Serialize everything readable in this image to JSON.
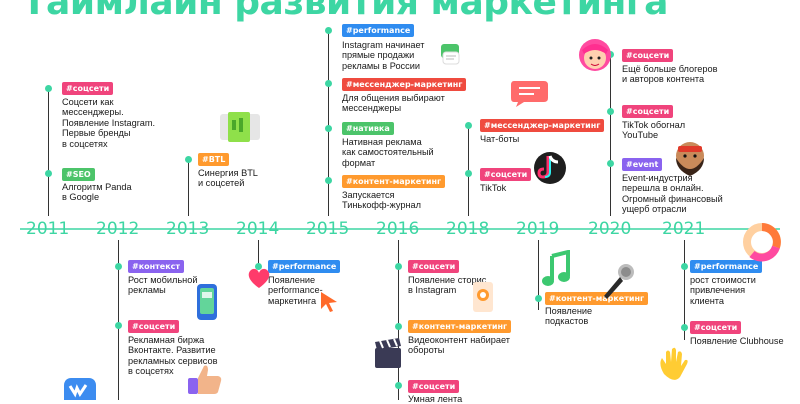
{
  "title": "Таймлайн развития маркетинга",
  "years": [
    "2011",
    "2012",
    "2013",
    "2014",
    "2015",
    "2016",
    "2018",
    "2019",
    "2020",
    "2021"
  ],
  "colors": {
    "accent": "#3dd6a3",
    "socseti": "#f0447c",
    "performance": "#2f8cf0",
    "messenger": "#ef4b3f",
    "nativka": "#4cc46a",
    "content": "#ff9a2e",
    "btl": "#ff9a2e",
    "seo": "#4cc46a",
    "context": "#8a63ef",
    "event": "#8a63ef"
  },
  "entries": {
    "y2011_a": {
      "tag": "#соцсети",
      "text": "Соцсети как\nмессенджеры.\nПоявление Instagram.\nПервые бренды\nв соцсетях"
    },
    "y2011_b": {
      "tag": "#SEO",
      "text": "Алгоритм Panda\nв Google"
    },
    "y2012_a": {
      "tag": "#контекст",
      "text": "Рост мобильной\nрекламы"
    },
    "y2012_b": {
      "tag": "#соцсети",
      "text": "Рекламная биржа\nВконтакте. Развитие\nрекламных сервисов\nв соцсетях"
    },
    "y2013_a": {
      "tag": "#BTL",
      "text": "Синергия BTL\nи соцсетей"
    },
    "y2014_a": {
      "tag": "#performance",
      "text": "Появление\nperformance-\nмаркетинга"
    },
    "y2015_a": {
      "tag": "#performance",
      "text": "Instagram начинает\nпрямые продажи\nрекламы в России"
    },
    "y2015_b": {
      "tag": "#мессенджер-маркетинг",
      "text": "Для общения выбирают\nмессенджеры"
    },
    "y2015_c": {
      "tag": "#нативка",
      "text": "Нативная реклама\nкак самостоятельный\nформат"
    },
    "y2015_d": {
      "tag": "#контент-маркетинг",
      "text": "Запускается\nТинькофф-журнал"
    },
    "y2016_a": {
      "tag": "#соцсети",
      "text": "Появление сторис\nв Instagram"
    },
    "y2016_b": {
      "tag": "#контент-маркетинг",
      "text": "Видеоконтент набирает\nобороты"
    },
    "y2016_c": {
      "tag": "#соцсети",
      "text": "Умная лента"
    },
    "y2018_a": {
      "tag": "#мессенджер-маркетинг",
      "text": "Чат-боты"
    },
    "y2018_b": {
      "tag": "#соцсети",
      "text": "TikTok"
    },
    "y2019_a": {
      "tag": "#контент-маркетинг",
      "text": "Появление\nподкастов"
    },
    "y2020_a": {
      "tag": "#соцсети",
      "text": "Ещё больше блогеров\nи авторов контента"
    },
    "y2020_b": {
      "tag": "#соцсети",
      "text": "TikTok обогнал\nYouTube"
    },
    "y2020_c": {
      "tag": "#event",
      "text": "Event-индустрия\nперешла в онлайн.\nОгромный финансовый\nущерб отрасли"
    },
    "y2021_a": {
      "tag": "#performance",
      "text": "рост стоимости\nпривлечения\nклиента"
    },
    "y2021_b": {
      "tag": "#соцсети",
      "text": "Появление Clubhouse"
    }
  },
  "icons": [
    "speech-bubbles-icon",
    "chat-bubble-icon",
    "btl-card-icon",
    "heart-icon",
    "cursor-icon",
    "phone-icon",
    "thumbs-up-icon",
    "vk-logo-icon",
    "tiktok-icon",
    "music-note-icon",
    "microphone-icon",
    "avatar-girl-icon",
    "avatar-man-icon",
    "clapperboard-icon",
    "donut-chart-icon",
    "waving-hand-icon",
    "phone-story-icon"
  ]
}
